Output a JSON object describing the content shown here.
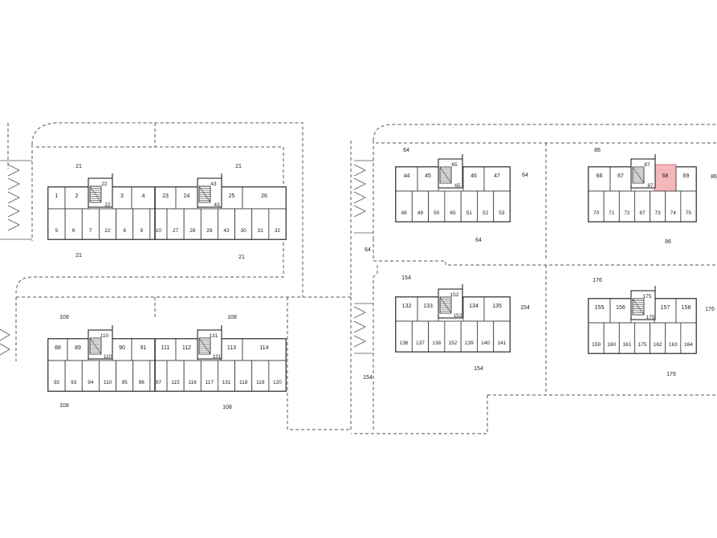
{
  "highlight": {
    "unit": "68",
    "color": "#f6b7bb"
  },
  "buildings": [
    {
      "id": "A",
      "top": [
        "1",
        "2",
        "",
        "3",
        "4",
        "23",
        "24",
        "",
        "25",
        "26"
      ],
      "bottom": [
        "5",
        "6",
        "7",
        "22",
        "8",
        "9",
        "10",
        "27",
        "28",
        "29",
        "43",
        "30",
        "31",
        "32"
      ],
      "stairs": [
        {
          "top": "22",
          "bottom": "22"
        },
        {
          "top": "43",
          "bottom": "43"
        }
      ],
      "labels": [
        "21",
        "21",
        "21",
        "21"
      ]
    },
    {
      "id": "B",
      "top": [
        "88",
        "89",
        "",
        "90",
        "91",
        "111",
        "112",
        "",
        "113",
        "114"
      ],
      "bottom": [
        "92",
        "93",
        "94",
        "110",
        "95",
        "96",
        "97",
        "115",
        "116",
        "117",
        "131",
        "118",
        "119",
        "120"
      ],
      "stairs": [
        {
          "top": "110",
          "bottom": "110"
        },
        {
          "top": "131",
          "bottom": "131"
        }
      ],
      "labels": [
        "108",
        "108",
        "108",
        "108"
      ]
    },
    {
      "id": "C",
      "top": [
        "44",
        "45",
        "",
        "46",
        "47"
      ],
      "bottom": [
        "48",
        "49",
        "50",
        "65",
        "51",
        "52",
        "53"
      ],
      "stairs": [
        {
          "top": "65",
          "bottom": "65"
        }
      ],
      "labels": [
        "64",
        "64",
        "64",
        "64"
      ]
    },
    {
      "id": "D",
      "top": [
        "66",
        "67",
        "",
        "68",
        "69"
      ],
      "bottom": [
        "70",
        "71",
        "72",
        "87",
        "73",
        "74",
        "75"
      ],
      "stairs": [
        {
          "top": "87",
          "bottom": "87"
        }
      ],
      "labels": [
        "86",
        "86",
        "86"
      ]
    },
    {
      "id": "E",
      "top": [
        "132",
        "133",
        "",
        "134",
        "135"
      ],
      "bottom": [
        "136",
        "137",
        "138",
        "152",
        "139",
        "140",
        "141"
      ],
      "stairs": [
        {
          "top": "152",
          "bottom": "152"
        }
      ],
      "labels": [
        "154",
        "154",
        "154",
        "154"
      ]
    },
    {
      "id": "F",
      "top": [
        "155",
        "156",
        "",
        "157",
        "158"
      ],
      "bottom": [
        "159",
        "160",
        "161",
        "175",
        "162",
        "163",
        "164"
      ],
      "stairs": [
        {
          "top": "175",
          "bottom": "175"
        }
      ],
      "labels": [
        "176",
        "176",
        "176"
      ]
    }
  ]
}
